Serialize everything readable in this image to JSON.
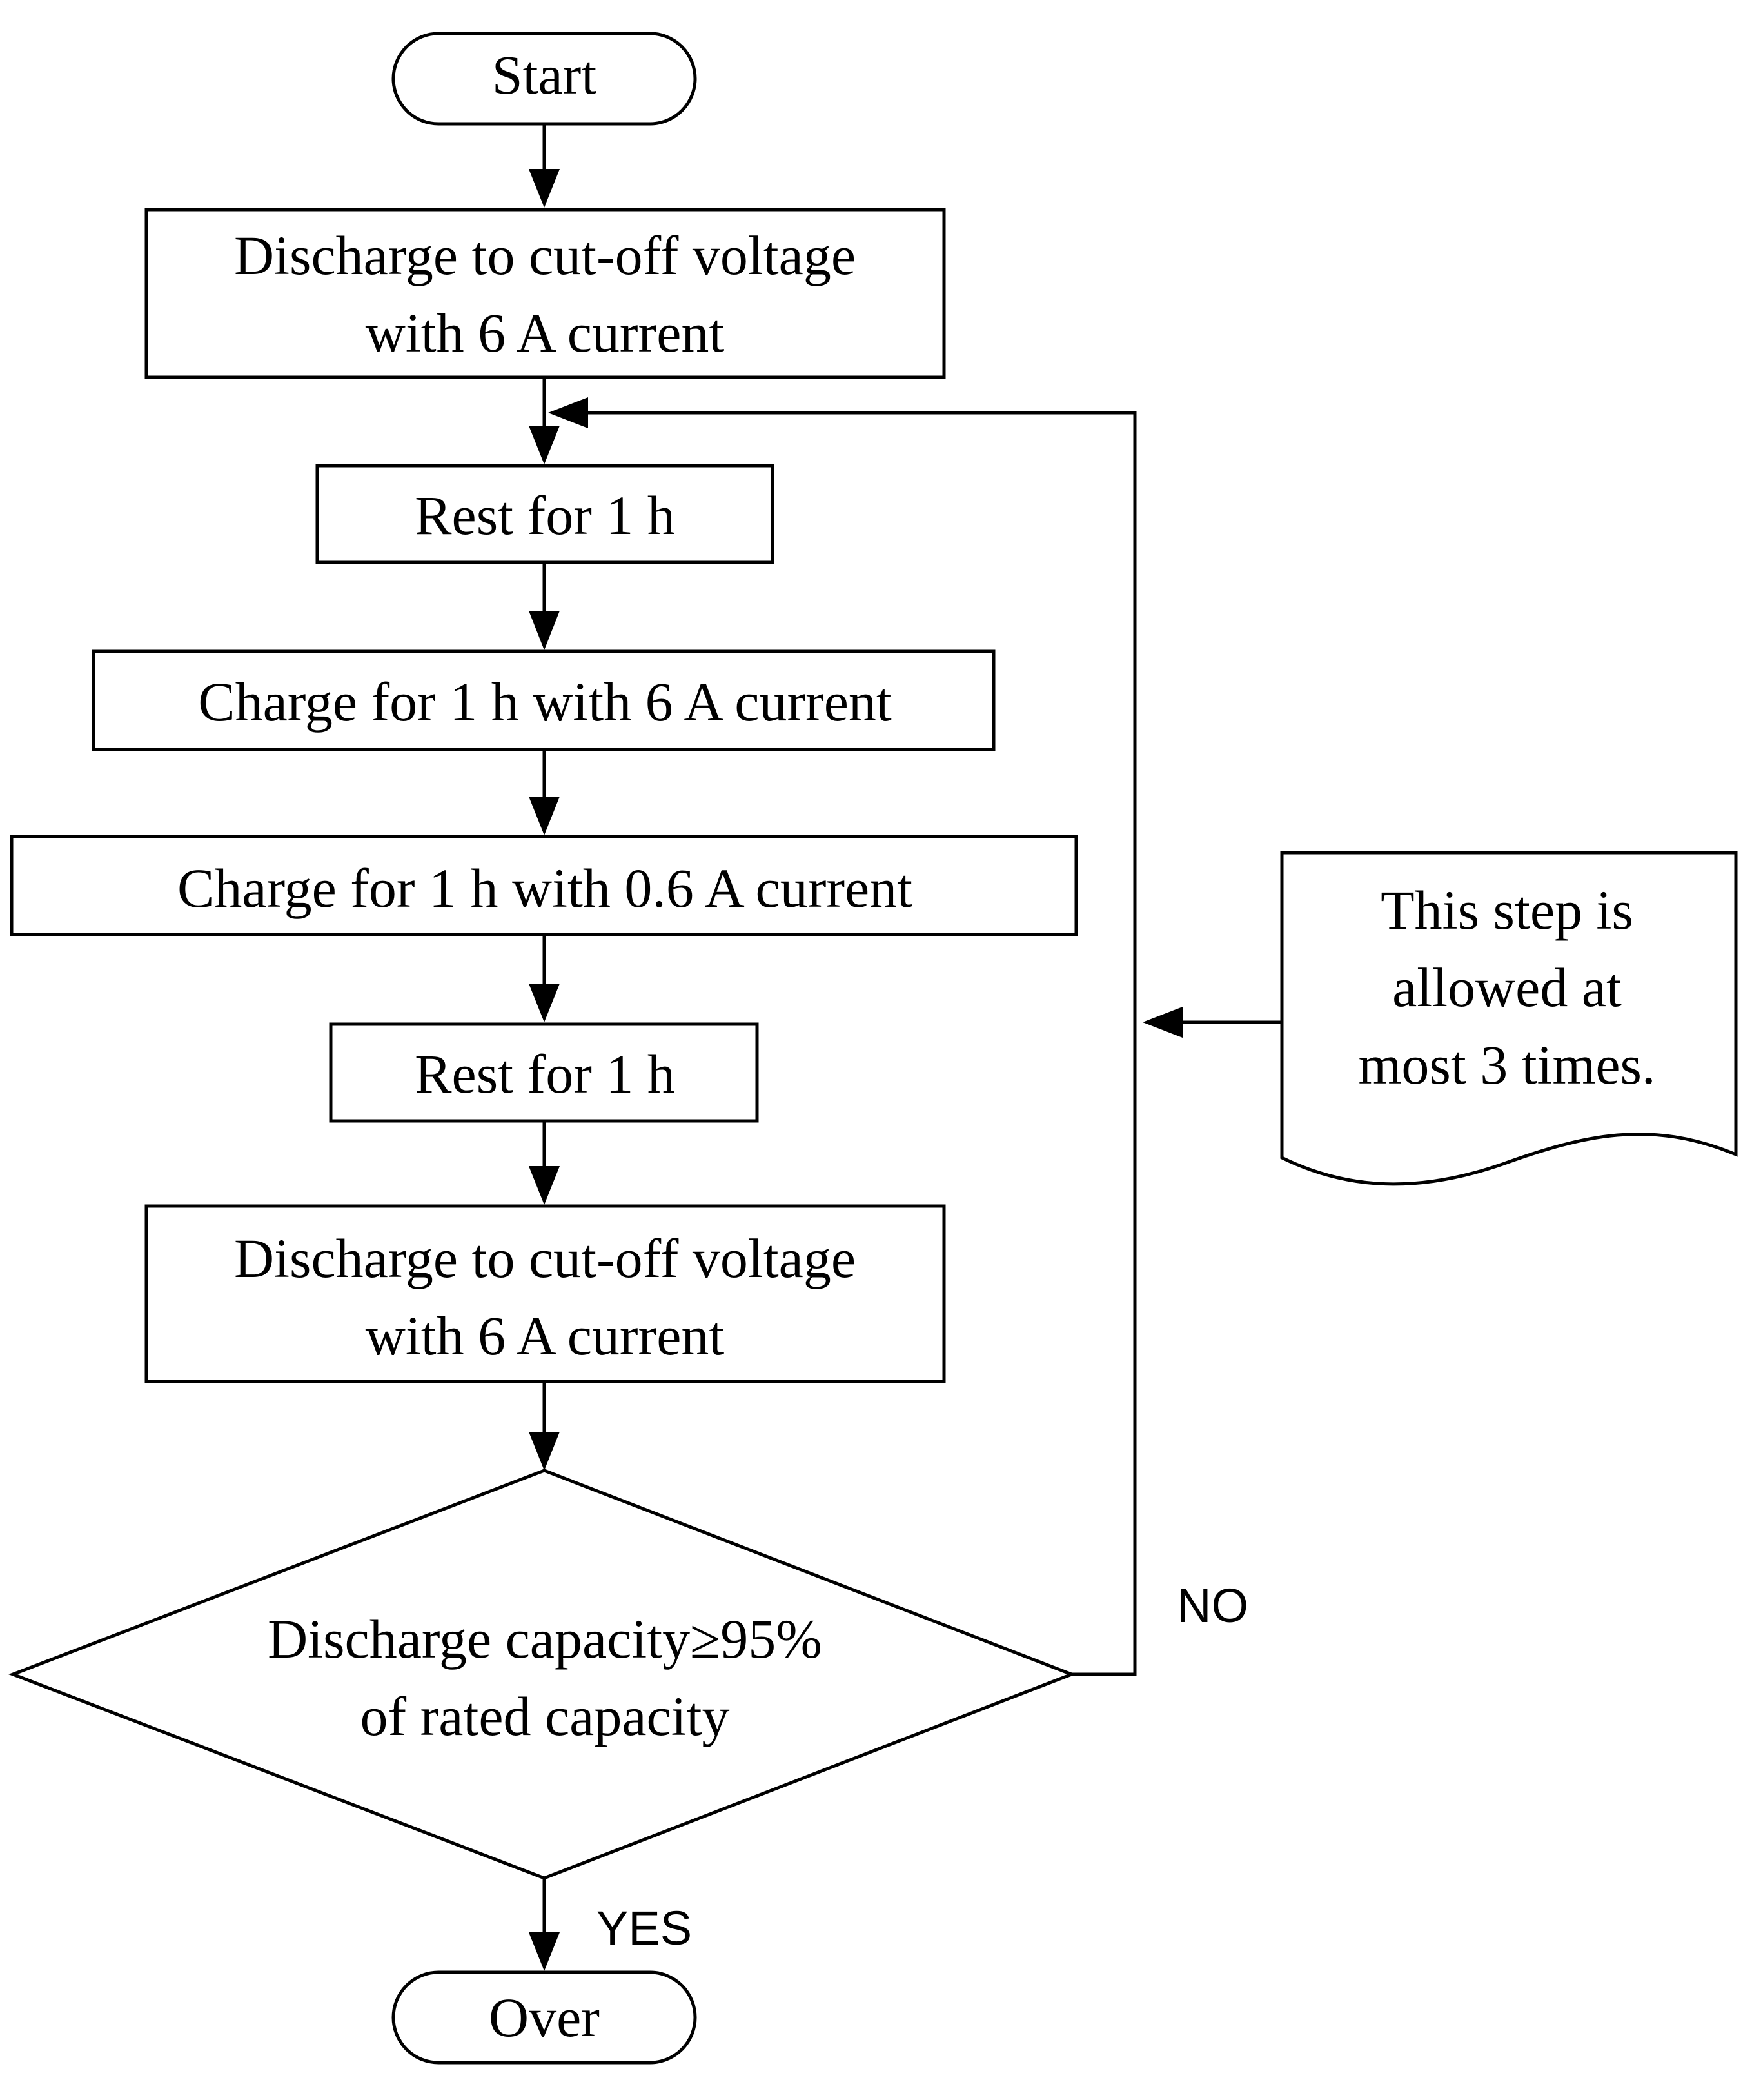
{
  "diagram": {
    "start": "Start",
    "step1": {
      "line1": "Discharge to cut-off voltage",
      "line2": "with 6 A current"
    },
    "step2": "Rest for 1 h",
    "step3": "Charge for 1 h with 6 A current",
    "step4": "Charge for 1 h with 0.6 A current",
    "step5": "Rest for 1 h",
    "step6": {
      "line1": "Discharge to cut-off voltage",
      "line2": "with 6 A current"
    },
    "decision": {
      "line1": "Discharge capacity≥95%",
      "line2": "of rated capacity"
    },
    "branch_no": "NO",
    "branch_yes": "YES",
    "note": {
      "line1": "This step is",
      "line2": "allowed at",
      "line3": "most 3 times."
    },
    "end": "Over"
  }
}
